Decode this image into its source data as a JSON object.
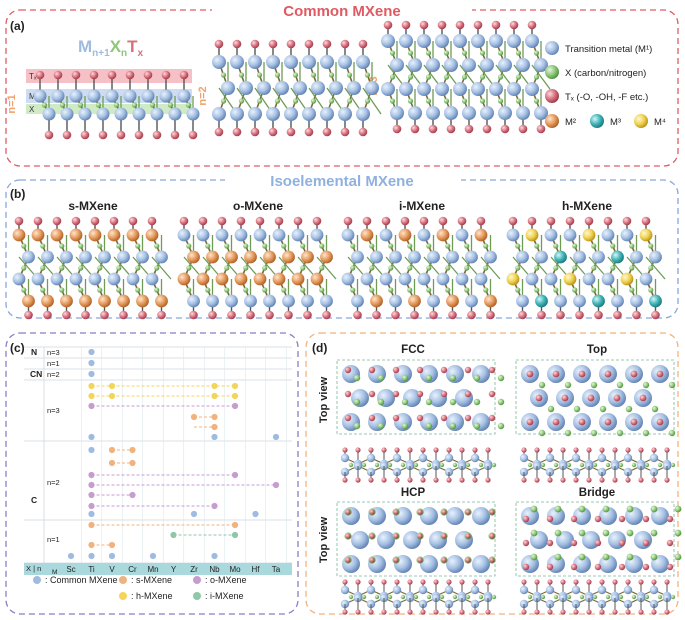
{
  "colors": {
    "panel_a_border": "#e05a63",
    "panel_b_border": "#8aa6d6",
    "panel_c_border": "#8e7cc3",
    "panel_d_border": "#f3b27a",
    "common_title": "#e05a63",
    "isoelemental_title": "#8fb1df",
    "transition_metal": "#9fbbe0",
    "x_atom": "#8ec77a",
    "tx_atom": "#d8707c",
    "m2": "#e69a5c",
    "m3": "#3fb4b8",
    "m4": "#f0d24f",
    "grid_header": "#9fd3d6"
  },
  "panel_a": {
    "label": "(a)",
    "title": "Common MXene",
    "formula": {
      "m": "M",
      "m_sub": "n+1",
      "x": "X",
      "x_sub": "n",
      "t": "T",
      "t_sub": "x"
    },
    "layer_labels": {
      "tx": "Tₓ",
      "m": "M",
      "x": "X"
    },
    "n_labels": [
      "n=1",
      "n=2",
      "n=3"
    ],
    "legend": [
      {
        "icon": "transition-metal-atom",
        "text": "Transition metal (M¹)"
      },
      {
        "icon": "x-atom",
        "text": "X (carbon/nitrogen)"
      },
      {
        "icon": "tx-atom",
        "text": "Tₓ (-O, -OH, -F etc.)"
      }
    ],
    "legend_metals": [
      "M²",
      "M³",
      "M⁴"
    ]
  },
  "panel_b": {
    "label": "(b)",
    "title": "Isoelemental MXene",
    "structures": [
      "s-MXene",
      "o-MXene",
      "i-MXene",
      "h-MXene"
    ]
  },
  "panel_c": {
    "label": "(c)",
    "x_rows": [
      "N",
      "CN",
      "C"
    ],
    "n_rows": [
      "n=3",
      "n=1",
      "n=2",
      "n=3",
      "n=2",
      "n=1"
    ],
    "header_cell": "X | n",
    "header_sub": "M",
    "elements": [
      "Sc",
      "Ti",
      "V",
      "Cr",
      "Mn",
      "Y",
      "Zr",
      "Nb",
      "Mo",
      "Hf",
      "Ta"
    ],
    "legend": [
      {
        "icon": "common-dot",
        "text": ": Common MXene"
      },
      {
        "icon": "s-dot",
        "text": ": s-MXene"
      },
      {
        "icon": "o-dot",
        "text": ": o-MXene"
      },
      {
        "icon": "h-dot",
        "text": ": h-MXene"
      },
      {
        "icon": "i-dot",
        "text": ": i-MXene"
      }
    ]
  },
  "panel_d": {
    "label": "(d)",
    "sites": [
      "FCC",
      "Top",
      "HCP",
      "Bridge"
    ],
    "view_label": "Top view"
  }
}
